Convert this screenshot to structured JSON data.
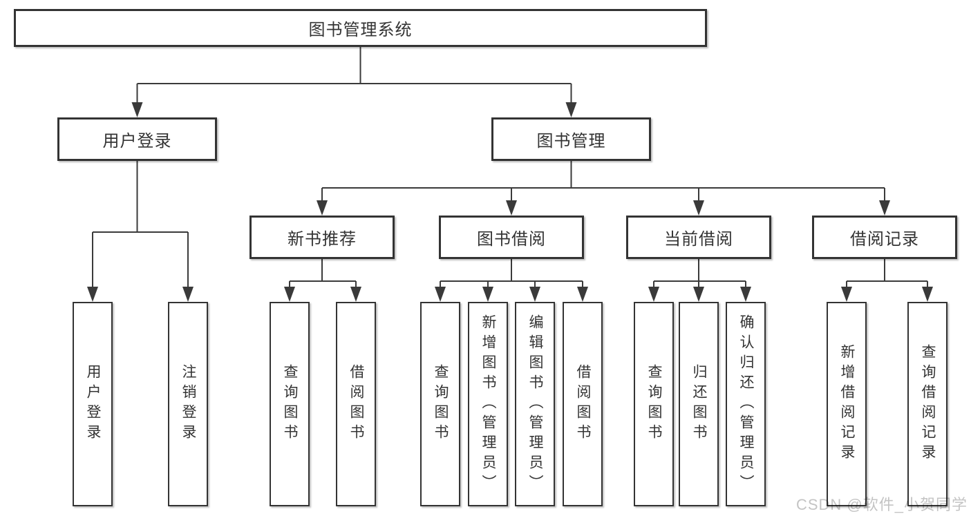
{
  "diagram": {
    "title": "图书管理系统",
    "level2": {
      "user_login": "用户登录",
      "book_mgmt": "图书管理"
    },
    "level3": {
      "new_book_rec": "新书推荐",
      "book_borrow": "图书借阅",
      "current_borrow": "当前借阅",
      "borrow_records": "借阅记录"
    },
    "leaves": {
      "login_user_login": "用户登录",
      "login_logout": "注销登录",
      "rec_query_book": "查询图书",
      "rec_borrow_book": "借阅图书",
      "bb_query_book": "查询图书",
      "bb_add_book": "新增图书（管理员）",
      "bb_edit_book": "编辑图书（管理员）",
      "bb_borrow_book": "借阅图书",
      "cb_query_book": "查询图书",
      "cb_return_book": "归还图书",
      "cb_confirm_return": "确认归还（管理员）",
      "br_add_record": "新增借阅记录",
      "br_query_record": "查询借阅记录"
    }
  },
  "watermark": "CSDN @软件_小贺同学",
  "colors": {
    "line": "#3a3a3a",
    "box_border": "#333333",
    "text": "#333333",
    "background": "#ffffff",
    "watermark": "#c4c4c4"
  }
}
